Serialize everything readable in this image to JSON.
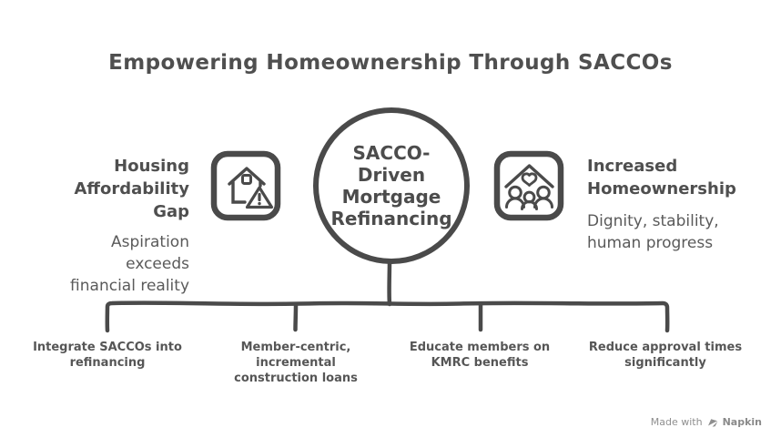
{
  "title": "Empowering Homeownership Through SACCOs",
  "center": {
    "label": "SACCO-\nDriven\nMortgage\nRefinancing"
  },
  "left": {
    "icon": "house-alert-icon",
    "heading": "Housing\nAffordability\nGap",
    "subtext": "Aspiration\nexceeds\nfinancial reality"
  },
  "right": {
    "icon": "family-home-icon",
    "heading": "Increased\nHomeownership",
    "subtext": "Dignity, stability,\nhuman progress"
  },
  "bottom": {
    "items": [
      {
        "label": "Integrate SACCOs into\nrefinancing"
      },
      {
        "label": "Member-centric,\nincremental\nconstruction loans"
      },
      {
        "label": "Educate members on\nKMRC benefits"
      },
      {
        "label": "Reduce approval times\nsignificantly"
      }
    ]
  },
  "watermark": {
    "prefix": "Made with",
    "brand": "Napkin",
    "icon": "napkin-logo-icon"
  },
  "colors": {
    "ink": "#4a4a4a",
    "heading_text": "#4f4f4f",
    "subtext": "#5a5a5a",
    "bottom_label": "#565656",
    "watermark_text": "#8f8f8f",
    "background": "#ffffff"
  }
}
